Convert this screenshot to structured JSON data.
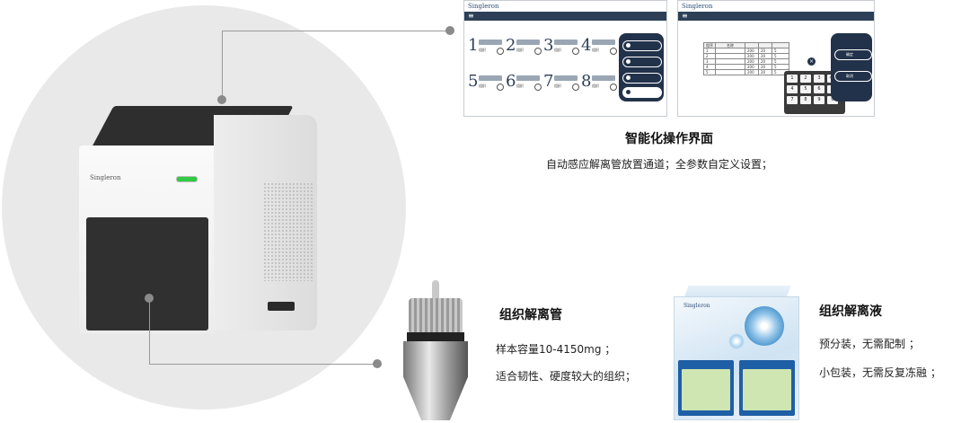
{
  "device": {
    "brand_label": "Singleron",
    "indicator_color": "#2ecc40"
  },
  "screen_left": {
    "logo": "Singleron",
    "slots": [
      {
        "num": "1",
        "label": "组织"
      },
      {
        "num": "2",
        "label": "组织"
      },
      {
        "num": "3",
        "label": "组织"
      },
      {
        "num": "4",
        "label": "组织"
      },
      {
        "num": "5",
        "label": "组织"
      },
      {
        "num": "6",
        "label": "组织"
      },
      {
        "num": "7",
        "label": "组织"
      },
      {
        "num": "8",
        "label": "组织"
      }
    ],
    "side_buttons": [
      "",
      "",
      ""
    ]
  },
  "screen_right": {
    "logo": "Singleron",
    "table": {
      "headers": [
        "程序",
        "名称",
        "",
        "",
        ""
      ],
      "rows": [
        [
          "1",
          "",
          "200",
          "20",
          "5"
        ],
        [
          "2",
          "",
          "200",
          "20",
          "5"
        ],
        [
          "3",
          "",
          "200",
          "20",
          "5"
        ],
        [
          "4",
          "",
          "200",
          "20",
          "5"
        ],
        [
          "5",
          "",
          "200",
          "20",
          "5"
        ]
      ]
    },
    "keypad_keys": [
      "1",
      "2",
      "3",
      "4",
      "5",
      "6",
      "7",
      "8",
      "9",
      "0",
      "",
      ""
    ],
    "side_buttons": [
      "确定",
      "取消"
    ]
  },
  "interface": {
    "title": "智能化操作界面",
    "desc": "自动感应解离管放置通道；全参数自定义设置；"
  },
  "tube": {
    "title": "组织解离管",
    "line1": "样本容量10-4150mg ；",
    "line2": "适合韧性、硬度较大的组织；"
  },
  "reagent": {
    "title": "组织解离液",
    "line1": "预分装，无需配制 ；",
    "line2": "小包装，无需反复冻融 ；",
    "box_brand": "Singleron"
  }
}
